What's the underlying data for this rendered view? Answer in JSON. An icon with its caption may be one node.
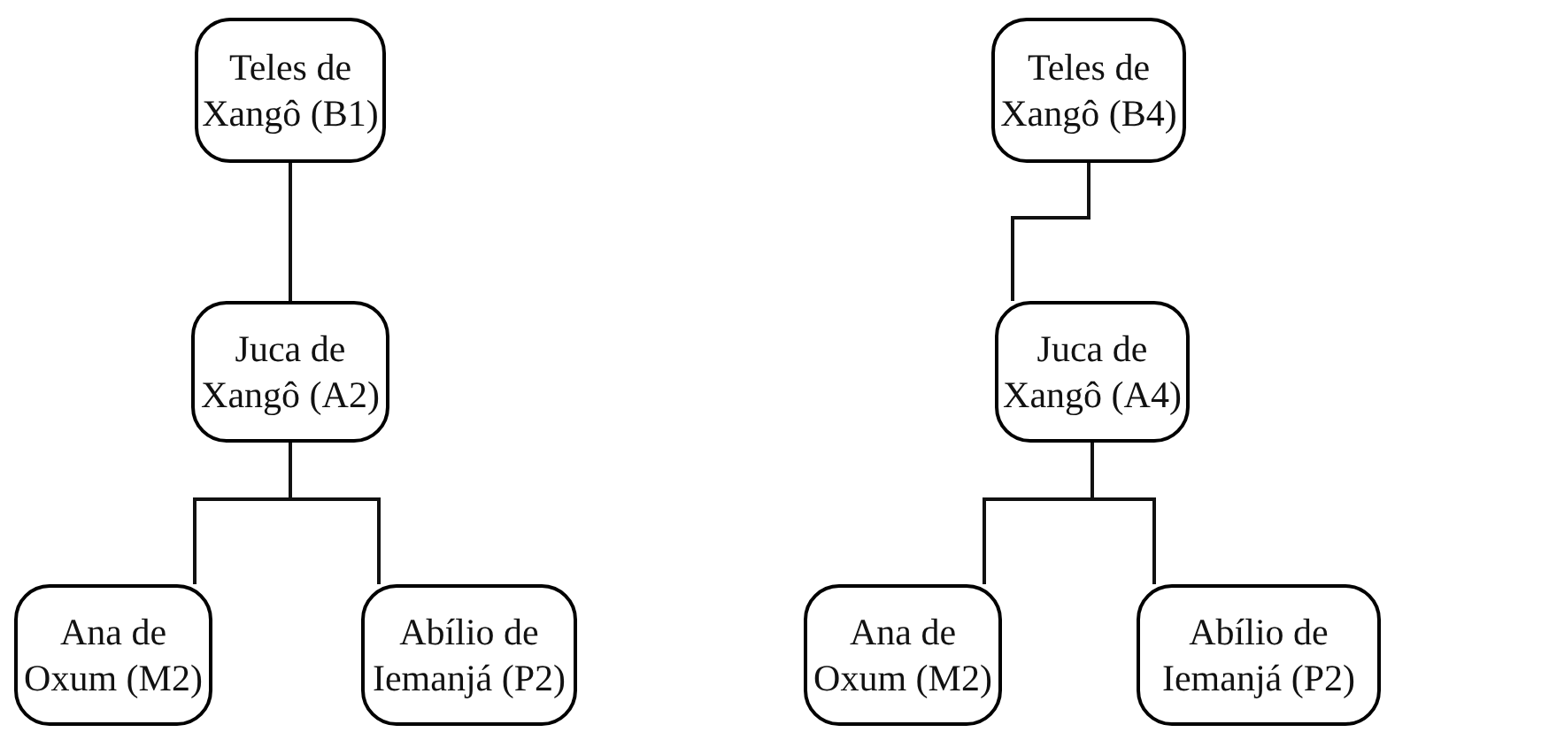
{
  "diagram": {
    "nodes": [
      {
        "text": [
          "Teles de Xangô (B1)"
        ]
      },
      {
        "text": [
          "Juca de Xangô (A2)"
        ]
      },
      {
        "text": [
          "Ana de Oxum (M2)"
        ]
      },
      {
        "text": [
          "Abílio de Iemanjá (P2)"
        ]
      },
      {
        "text": [
          "Teles de Xangô (B4)"
        ]
      },
      {
        "text": [
          "Juca de Xangô (A4)"
        ]
      },
      {
        "text": [
          "Ana de Oxum (M2)"
        ]
      },
      {
        "text": [
          "Abílio de Iemanjá (P2)"
        ]
      }
    ],
    "edges": [
      {
        "from": 0,
        "to": 1,
        "arrow": "none"
      },
      {
        "from": 1,
        "to": 2,
        "arrow": "none"
      },
      {
        "from": 1,
        "to": 3,
        "arrow": "none"
      },
      {
        "from": 4,
        "to": 5,
        "arrow": "none"
      },
      {
        "from": 5,
        "to": 6,
        "arrow": "none"
      },
      {
        "from": 5,
        "to": 7,
        "arrow": "none"
      }
    ]
  }
}
